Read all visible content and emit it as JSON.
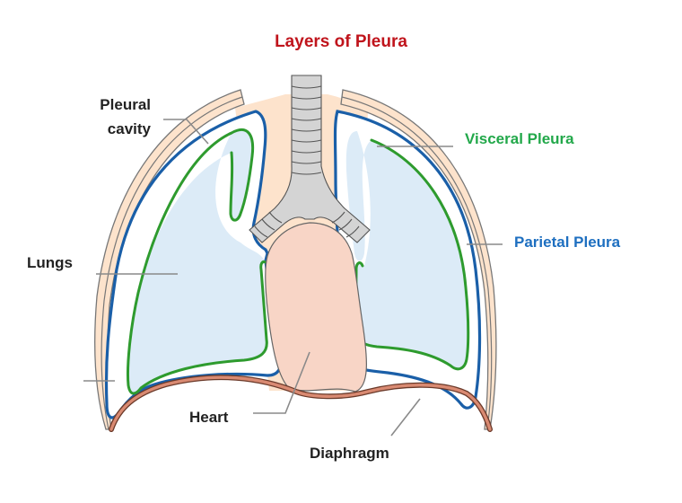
{
  "title": "Layers of Pleura",
  "labels": {
    "pleural_cavity_line1": "Pleural",
    "pleural_cavity_line2": "cavity",
    "visceral_pleura": "Visceral Pleura",
    "parietal_pleura": "Parietal Pleura",
    "lungs": "Lungs",
    "heart": "Heart",
    "diaphragm": "Diaphragm"
  },
  "colors": {
    "title": "#c0141c",
    "label_text": "#222222",
    "visceral_pleura": "#2e9b2e",
    "visceral_label": "#22a84a",
    "parietal_pleura": "#1a5fa8",
    "parietal_label": "#1e6fc0",
    "lung_fill": "#dcebf7",
    "chest_wall": "#fde3cc",
    "heart_fill": "#f8d5c6",
    "diaphragm_outer": "#6b3a2a",
    "diaphragm_inner": "#d98a72",
    "trachea": "#d4d4d4"
  }
}
